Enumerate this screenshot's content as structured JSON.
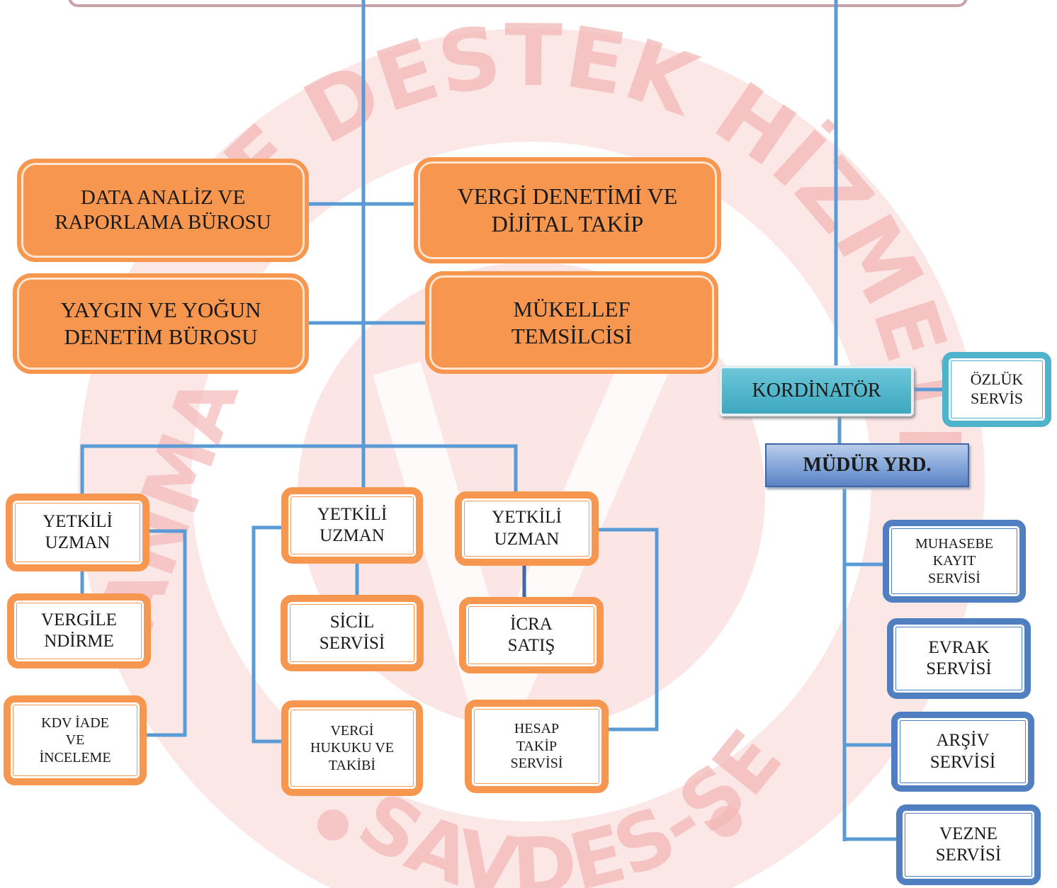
{
  "watermark": {
    "top_text": "VE DESTEK HİZMETLERİ",
    "left_text": "ANMA",
    "bottom_text": "SAVDES-SEN",
    "color": "#f4c2c2"
  },
  "colors": {
    "orange": "#f6964f",
    "line_blue": "#5b9bd5",
    "navy_border": "#4f7fc0",
    "teal": "#4fb3cc"
  },
  "units": {
    "data_analiz": "DATA ANALİZ VE\nRAPORLAMA BÜROSU",
    "vergi_denetimi": "VERGİ DENETİMİ VE\nDİJİTAL TAKİP",
    "yaygin": "YAYGIN VE YOĞUN\nDENETİM BÜROSU",
    "mukellef": "MÜKELLEF\nTEMSİLCİSİ"
  },
  "kordinator": "KORDİNATÖR",
  "ozluk": "ÖZLÜK\nSERVİS",
  "mudur_yrd": "MÜDÜR YRD.",
  "experts": [
    "YETKİLİ\nUZMAN",
    "YETKİLİ\nUZMAN",
    "YETKİLİ\nUZMAN"
  ],
  "services_left": [
    "VERGİLE\nNDİRME",
    "KDV İADE\nVE\nİNCELEME"
  ],
  "services_mid": [
    "SİCİL\nSERVİSİ",
    "VERGİ\nHUKUKU VE\nTAKİBİ"
  ],
  "services_right": [
    "İCRA\nSATIŞ",
    "HESAP\nTAKİP\nSERVİSİ"
  ],
  "services_blue": [
    "MUHASEBE\nKAYIT\nSERVİSİ",
    "EVRAK\nSERVİSİ",
    "ARŞİV\nSERVİSİ",
    "VEZNE\nSERVİSİ"
  ]
}
